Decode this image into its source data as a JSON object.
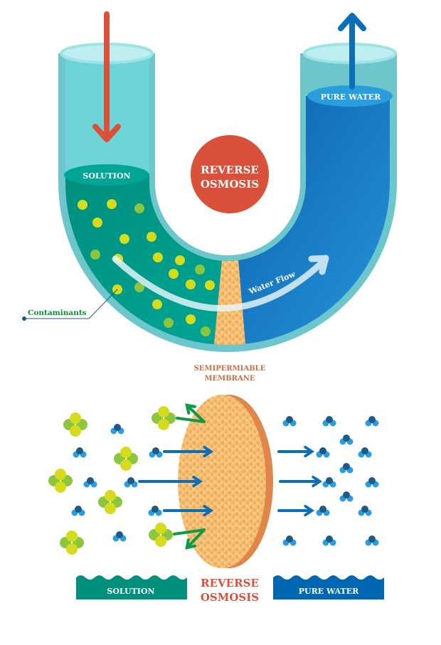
{
  "top_diagram": {
    "solution_label": "SOLUTION",
    "pure_water_label": "PURE WATER",
    "title_line1": "REVERSE",
    "title_line2": "OSMOSIS",
    "water_flow_label": "Water Flow",
    "contaminants_label": "Contaminants"
  },
  "bottom_diagram": {
    "membrane_label_line1": "SEMIPERMIABLE",
    "membrane_label_line2": "MEMBRANE",
    "solution_label": "SOLUTION",
    "pure_water_label": "PURE WATER",
    "title_line1": "REVERSE",
    "title_line2": "OSMOSIS"
  },
  "colors": {
    "solution": "#00998a",
    "pure_water": "#0a6fb8",
    "tube_wall": "#6dd3d6",
    "title_red": "#d9513a",
    "membrane": "#f2b36b",
    "contaminant_label": "#0c8f3a"
  }
}
